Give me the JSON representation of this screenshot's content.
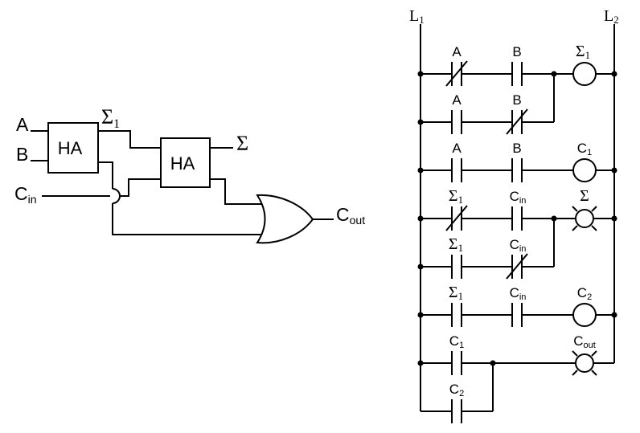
{
  "colors": {
    "background": "#ffffff",
    "line": "#000000"
  },
  "block_diagram": {
    "input_a_label": "A",
    "input_b_label": "B",
    "input_cin_label": {
      "main": "C",
      "sub": "in"
    },
    "half_adder_1_label": "HA",
    "half_adder_2_label": "HA",
    "sum1_label": {
      "main": "Σ",
      "sub": "1"
    },
    "sum_label": "Σ",
    "carry_out_label": {
      "main": "C",
      "sub": "out"
    }
  },
  "ladder_diagram": {
    "left_rail_label": {
      "main": "L",
      "sub": "1"
    },
    "right_rail_label": {
      "main": "L",
      "sub": "2"
    },
    "rungs": [
      {
        "contacts": [
          {
            "label": {
              "main": "A",
              "sub": ""
            },
            "type": "normally-closed"
          },
          {
            "label": {
              "main": "B",
              "sub": ""
            },
            "type": "normally-open"
          }
        ],
        "output": {
          "label": {
            "main": "Σ",
            "sub": "1"
          },
          "symbol": "relay-coil"
        }
      },
      {
        "contacts": [
          {
            "label": {
              "main": "A",
              "sub": ""
            },
            "type": "normally-open"
          },
          {
            "label": {
              "main": "B",
              "sub": ""
            },
            "type": "normally-closed"
          }
        ],
        "output": null
      },
      {
        "contacts": [
          {
            "label": {
              "main": "A",
              "sub": ""
            },
            "type": "normally-open"
          },
          {
            "label": {
              "main": "B",
              "sub": ""
            },
            "type": "normally-open"
          }
        ],
        "output": {
          "label": {
            "main": "C",
            "sub": "1"
          },
          "symbol": "relay-coil"
        }
      },
      {
        "contacts": [
          {
            "label": {
              "main": "Σ",
              "sub": "1"
            },
            "type": "normally-closed"
          },
          {
            "label": {
              "main": "C",
              "sub": "in"
            },
            "type": "normally-open"
          }
        ],
        "output": {
          "label": {
            "main": "Σ",
            "sub": ""
          },
          "symbol": "indicator-lamp"
        }
      },
      {
        "contacts": [
          {
            "label": {
              "main": "Σ",
              "sub": "1"
            },
            "type": "normally-open"
          },
          {
            "label": {
              "main": "C",
              "sub": "in"
            },
            "type": "normally-closed"
          }
        ],
        "output": null
      },
      {
        "contacts": [
          {
            "label": {
              "main": "Σ",
              "sub": "1"
            },
            "type": "normally-open"
          },
          {
            "label": {
              "main": "C",
              "sub": "in"
            },
            "type": "normally-open"
          }
        ],
        "output": {
          "label": {
            "main": "C",
            "sub": "2"
          },
          "symbol": "relay-coil"
        }
      },
      {
        "contacts": [
          {
            "label": {
              "main": "C",
              "sub": "1"
            },
            "type": "normally-open"
          }
        ],
        "output": {
          "label": {
            "main": "C",
            "sub": "out"
          },
          "symbol": "indicator-lamp"
        }
      },
      {
        "contacts": [
          {
            "label": {
              "main": "C",
              "sub": "2"
            },
            "type": "normally-open"
          }
        ],
        "output": null
      }
    ]
  }
}
